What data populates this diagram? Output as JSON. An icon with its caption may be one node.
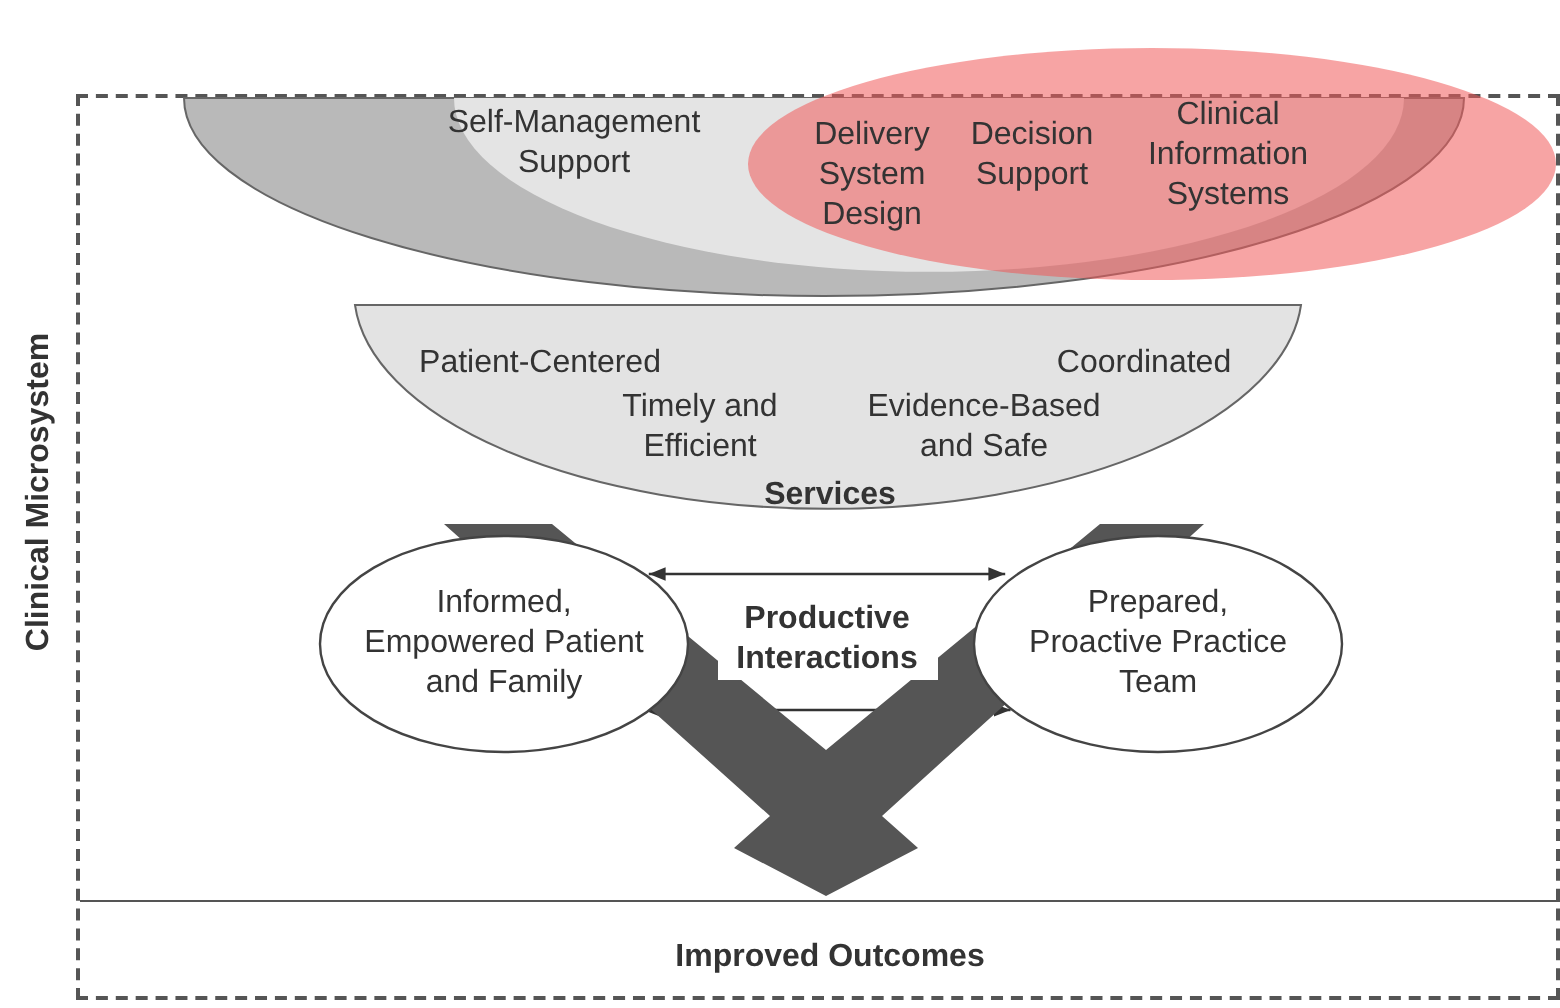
{
  "diagram": {
    "nodes": [
      {
        "text": [
          "Clinical Microsystem"
        ]
      },
      {
        "text": [
          "Self-Management Support"
        ],
        "in": 0
      },
      {
        "text": [
          "Delivery System Design",
          "Decision Support",
          "Clinical Information Systems"
        ]
      },
      {
        "text": [
          "Patient-Centered",
          "Coordinated",
          "Timely and Efficient",
          "Evidence-Based and Safe",
          "Services"
        ],
        "in": 0
      },
      {
        "text": [
          "Informed, Empowered Patient and Family"
        ],
        "in": 0
      },
      {
        "text": [
          "Prepared, Proactive Practice Team"
        ],
        "in": 0
      },
      {
        "text": [
          "Improved Outcomes"
        ],
        "in": 0
      }
    ],
    "edges": [
      {
        "from": 4,
        "to": 5,
        "arrow": "both",
        "label": "Productive Interactions"
      },
      {
        "from": 4,
        "to": 5,
        "arrow": "both"
      },
      {
        "from": 3,
        "to": 6,
        "arrow": "to",
        "style": "thick",
        "color": "#555555"
      }
    ]
  }
}
